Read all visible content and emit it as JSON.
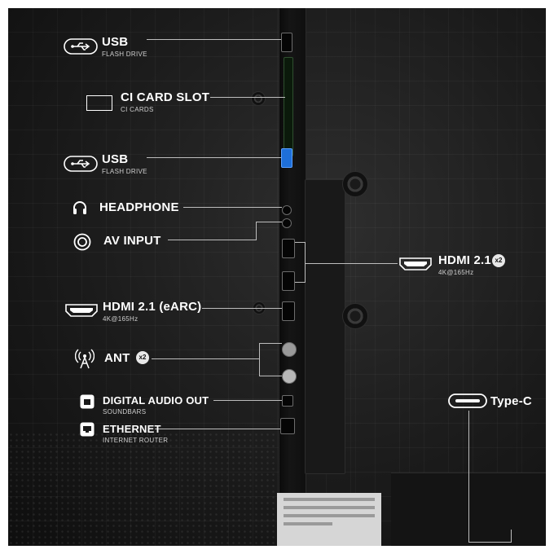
{
  "labels": {
    "usb1": {
      "title": "USB",
      "sub": "FLASH DRIVE"
    },
    "ci": {
      "title": "CI CARD SLOT",
      "sub": "CI CARDS"
    },
    "usb2": {
      "title": "USB",
      "sub": "FLASH DRIVE"
    },
    "headphone": {
      "title": "HEADPHONE"
    },
    "avinput": {
      "title": "AV INPUT"
    },
    "hdmi_earc": {
      "title": "HDMI 2.1 (eARC)",
      "sub": "4K@165Hz"
    },
    "ant": {
      "title": "ANT",
      "badge": "x2"
    },
    "digital_audio": {
      "title": "DIGITAL AUDIO OUT",
      "sub": "SOUNDBARS"
    },
    "ethernet": {
      "title": "ETHERNET",
      "sub": "INTERNET ROUTER"
    },
    "hdmi21": {
      "title": "HDMI 2.1",
      "badge": "x2",
      "sub": "4K@165Hz"
    },
    "typec": {
      "title": "Type-C"
    }
  },
  "colors": {
    "background": "#1b1b1b",
    "text": "#ffffff",
    "line": "#bdbdbd",
    "usb3_port": "#1e6fd9"
  }
}
